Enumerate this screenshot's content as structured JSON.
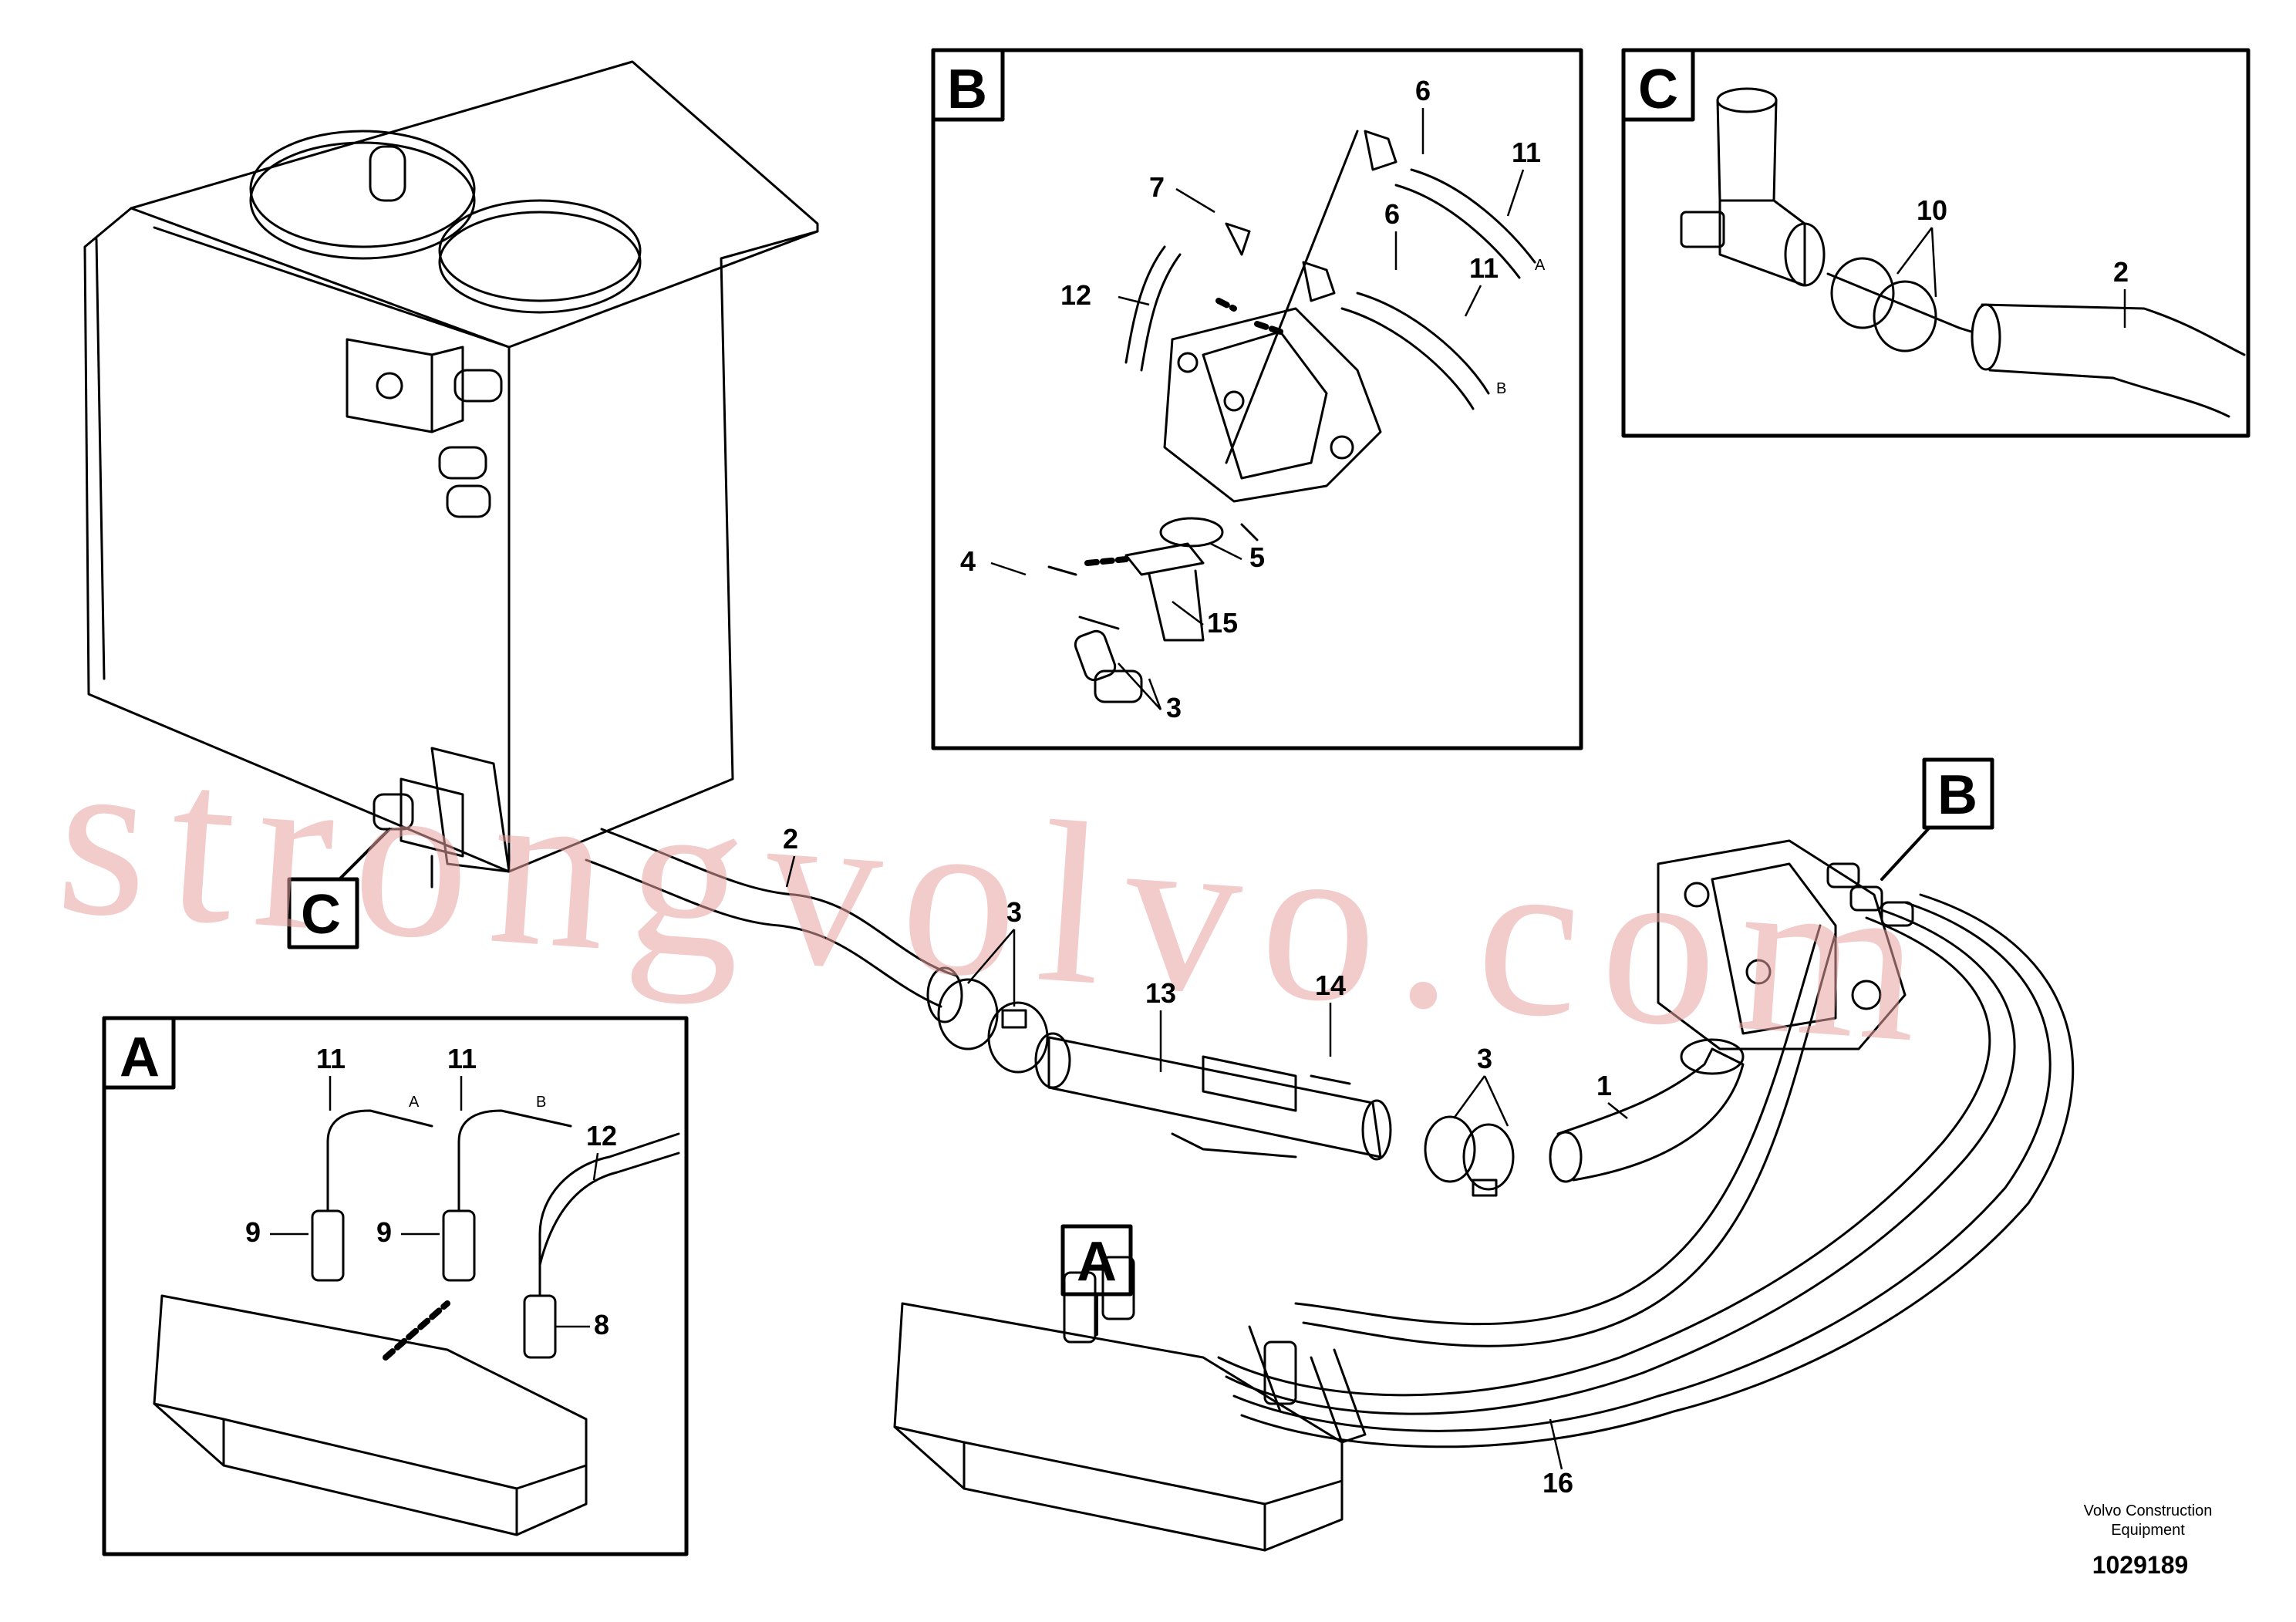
{
  "insets": {
    "a": {
      "letter": "A"
    },
    "b": {
      "letter": "B"
    },
    "c": {
      "letter": "C"
    }
  },
  "callouts": {
    "main_a": "A",
    "main_b": "B",
    "main_c": "C"
  },
  "labels": {
    "main": [
      "1",
      "2",
      "3",
      "3",
      "13",
      "14",
      "16"
    ],
    "inset_b": [
      "6",
      "11",
      "7",
      "6",
      "11",
      "12",
      "5",
      "4",
      "15",
      "3"
    ],
    "inset_b_ports": [
      "A",
      "B"
    ],
    "inset_c": [
      "10",
      "2"
    ],
    "inset_a": [
      "11",
      "11",
      "12",
      "9",
      "9",
      "8"
    ],
    "inset_a_ports": [
      "A",
      "B"
    ]
  },
  "footer": {
    "company_line1": "Volvo Construction",
    "company_line2": "Equipment",
    "drawing_number": "1029189"
  },
  "watermark": "strongvolvo.com"
}
